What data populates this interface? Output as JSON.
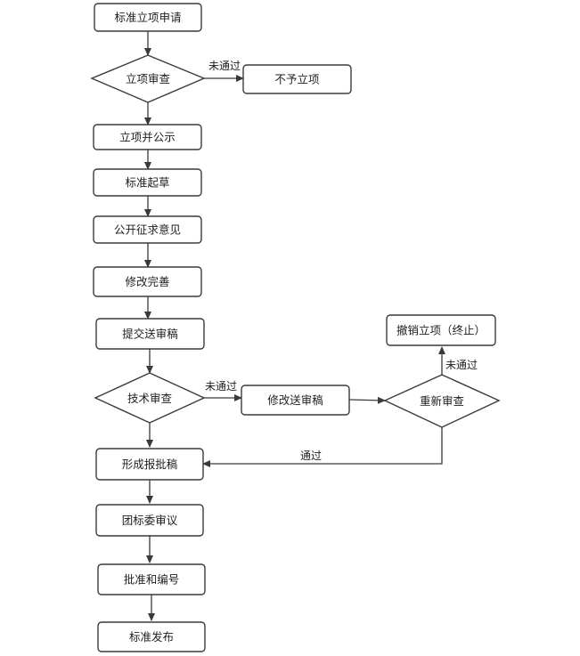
{
  "nodes": {
    "apply": "标准立项申请",
    "project_review": "立项审查",
    "reject_project": "不予立项",
    "approve_publicize": "立项并公示",
    "draft": "标准起草",
    "public_comment": "公开征求意见",
    "revise_complete": "修改完善",
    "submit_review_draft": "提交送审稿",
    "technical_review": "技术审查",
    "revise_review_draft": "修改送审稿",
    "re_review": "重新审查",
    "cancel_project": "撤销立项（终止）",
    "form_approval_draft": "形成报批稿",
    "committee_review": "团标委审议",
    "approve_number": "批准和编号",
    "publish": "标准发布"
  },
  "edge_labels": {
    "project_not_passed": "未通过",
    "technical_not_passed": "未通过",
    "re_review_not_passed": "未通过",
    "re_review_passed": "通过"
  }
}
